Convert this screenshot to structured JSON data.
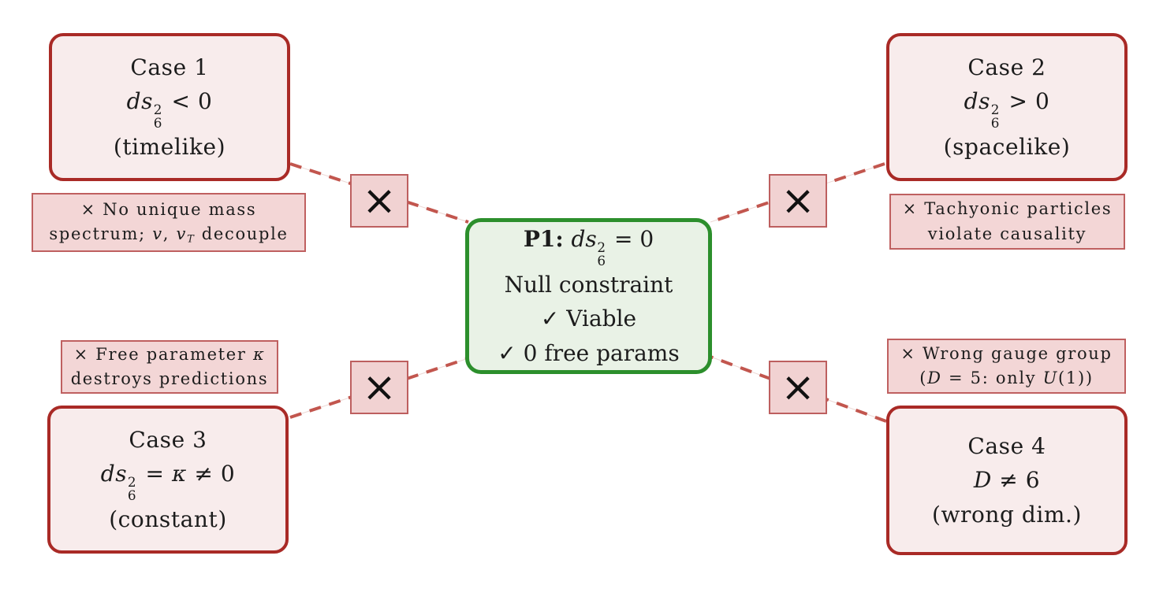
{
  "diagram": {
    "colors": {
      "background": "#ffffff",
      "case_border": "#a92a26",
      "case_fill": "#f8ecec",
      "annotation_border": "#bf6060",
      "annotation_fill": "#f3d6d6",
      "viable_border": "#2c8f2c",
      "viable_fill": "#e9f2e6",
      "connector": "#c2564e",
      "reject_mark_fill": "#f1d2d2",
      "text": "#1c1c1c"
    },
    "center": {
      "lines": [
        [
          {
            "t": "P1: ",
            "b": true
          },
          {
            "t": "ds",
            "i": true
          },
          {
            "stack": {
              "sup": "2",
              "sub": "6"
            }
          },
          {
            "t": " = 0"
          }
        ],
        [
          {
            "t": "Null constraint"
          }
        ],
        [
          {
            "t": "✓ Viable"
          }
        ],
        [
          {
            "t": "✓ 0 free params"
          }
        ]
      ]
    },
    "cases": [
      {
        "name": "case-1",
        "lines": [
          [
            {
              "t": "Case 1"
            }
          ],
          [
            {
              "t": "ds",
              "i": true
            },
            {
              "stack": {
                "sup": "2",
                "sub": "6"
              }
            },
            {
              "t": " < 0"
            }
          ],
          [
            {
              "t": "(timelike)"
            }
          ]
        ]
      },
      {
        "name": "case-2",
        "lines": [
          [
            {
              "t": "Case 2"
            }
          ],
          [
            {
              "t": "ds",
              "i": true
            },
            {
              "stack": {
                "sup": "2",
                "sub": "6"
              }
            },
            {
              "t": " > 0"
            }
          ],
          [
            {
              "t": "(spacelike)"
            }
          ]
        ]
      },
      {
        "name": "case-3",
        "lines": [
          [
            {
              "t": "Case 3"
            }
          ],
          [
            {
              "t": "ds",
              "i": true
            },
            {
              "stack": {
                "sup": "2",
                "sub": "6"
              }
            },
            {
              "t": " = "
            },
            {
              "t": "κ",
              "i": true
            },
            {
              "t": " ≠ 0"
            }
          ],
          [
            {
              "t": "(constant)"
            }
          ]
        ]
      },
      {
        "name": "case-4",
        "lines": [
          [
            {
              "t": "Case 4"
            }
          ],
          [
            {
              "t": "D",
              "i": true
            },
            {
              "t": " ≠ 6"
            }
          ],
          [
            {
              "t": "(wrong dim.)"
            }
          ]
        ]
      }
    ],
    "annotations": [
      {
        "name": "case-1-rejection",
        "lines": [
          [
            {
              "t": "× No unique mass"
            }
          ],
          [
            {
              "t": "spectrum; "
            },
            {
              "t": "v",
              "i": true
            },
            {
              "t": ", "
            },
            {
              "t": "v",
              "i": true
            },
            {
              "t": "T",
              "i": true,
              "sub": true
            },
            {
              "t": " decouple"
            }
          ]
        ]
      },
      {
        "name": "case-2-rejection",
        "lines": [
          [
            {
              "t": "× Tachyonic particles"
            }
          ],
          [
            {
              "t": "violate causality"
            }
          ]
        ]
      },
      {
        "name": "case-3-rejection",
        "lines": [
          [
            {
              "t": "× Free parameter "
            },
            {
              "t": "κ",
              "i": true
            }
          ],
          [
            {
              "t": "destroys predictions"
            }
          ]
        ]
      },
      {
        "name": "case-4-rejection",
        "lines": [
          [
            {
              "t": "× Wrong gauge group"
            }
          ],
          [
            {
              "t": "("
            },
            {
              "t": "D",
              "i": true
            },
            {
              "t": " = 5: only "
            },
            {
              "t": "U",
              "i": true
            },
            {
              "t": "(1))"
            }
          ]
        ]
      }
    ],
    "reject_mark": {
      "symbol": "×"
    }
  }
}
